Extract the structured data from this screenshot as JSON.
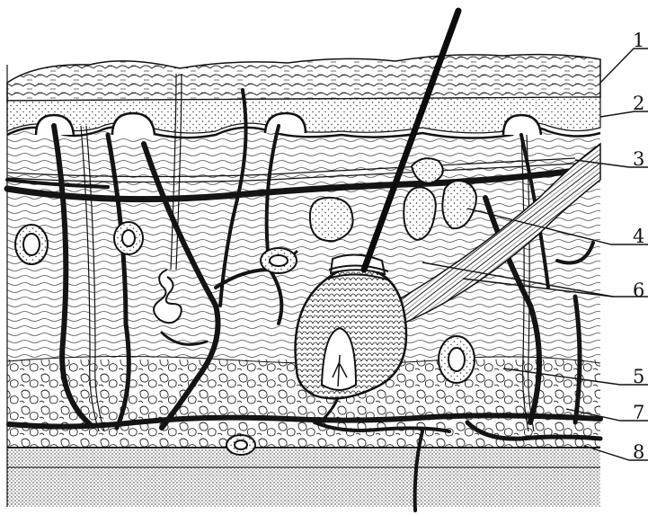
{
  "diagram": {
    "callouts": [
      {
        "id": "c1",
        "number": "1"
      },
      {
        "id": "c2",
        "number": "2"
      },
      {
        "id": "c3",
        "number": "3"
      },
      {
        "id": "c4",
        "number": "4"
      },
      {
        "id": "c6",
        "number": "6"
      },
      {
        "id": "c5",
        "number": "5"
      },
      {
        "id": "c7",
        "number": "7"
      },
      {
        "id": "c8",
        "number": "8"
      }
    ],
    "colors": {
      "ink": "#111111",
      "paper": "#ffffff",
      "vessel": "#141414",
      "hair": "#0c0c0c"
    }
  }
}
